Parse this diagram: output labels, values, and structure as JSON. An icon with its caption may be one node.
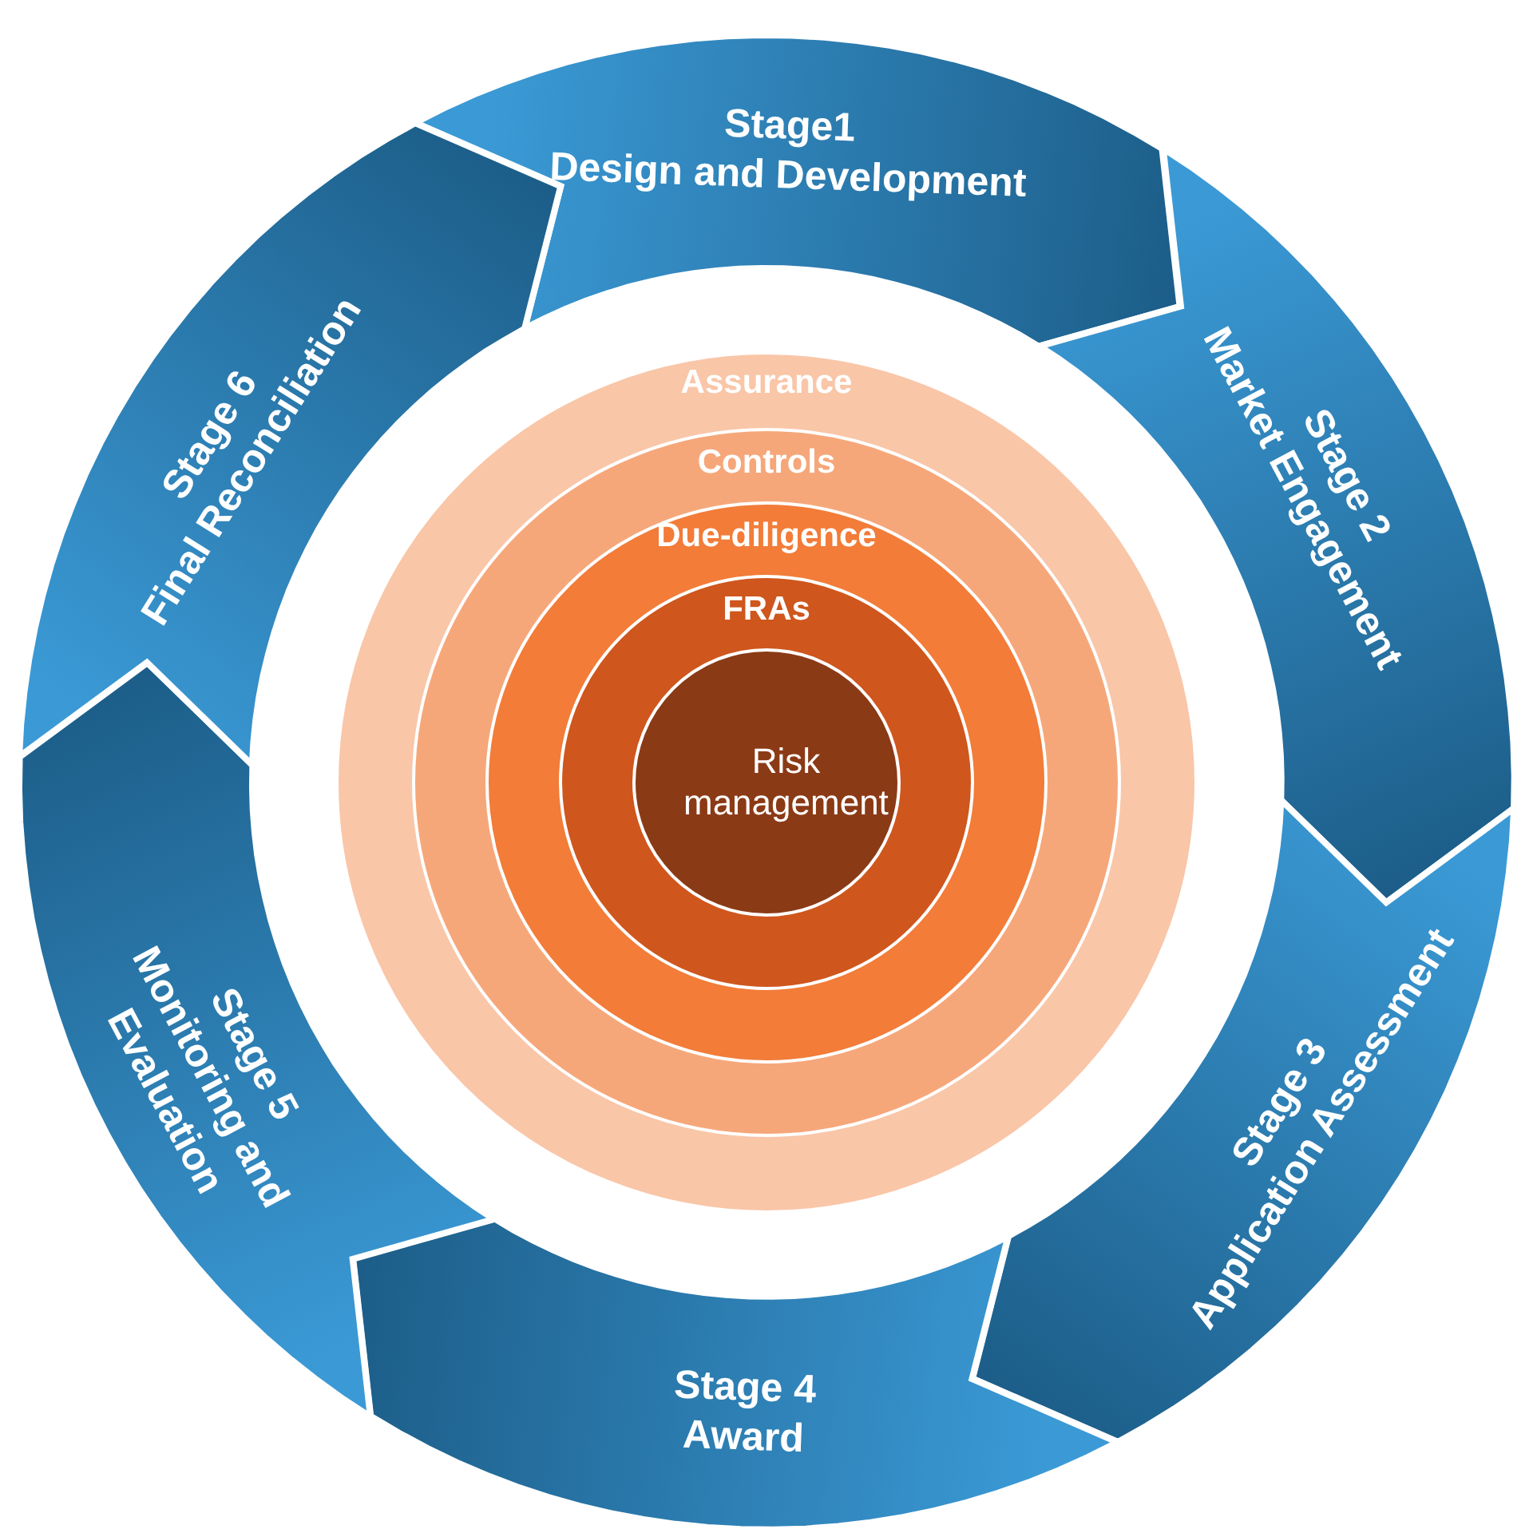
{
  "diagram": {
    "nodes": [
      {
        "text": [
          "Stage1",
          "Design and Development"
        ]
      },
      {
        "text": [
          "Stage 2",
          "Market Engagement"
        ]
      },
      {
        "text": [
          "Stage 3",
          "Application Assessment"
        ]
      },
      {
        "text": [
          "Stage 4",
          "Award"
        ]
      },
      {
        "text": [
          "Stage 5",
          "Monitoring and Evaluation"
        ]
      },
      {
        "text": [
          "Stage 6",
          "Final Reconciliation"
        ]
      },
      {
        "text": [
          "Assurance"
        ]
      },
      {
        "text": [
          "Controls"
        ],
        "in": 6
      },
      {
        "text": [
          "Due-diligence"
        ],
        "in": 7
      },
      {
        "text": [
          "FRAs"
        ],
        "in": 8
      },
      {
        "text": [
          "Risk management"
        ],
        "in": 9
      }
    ]
  }
}
